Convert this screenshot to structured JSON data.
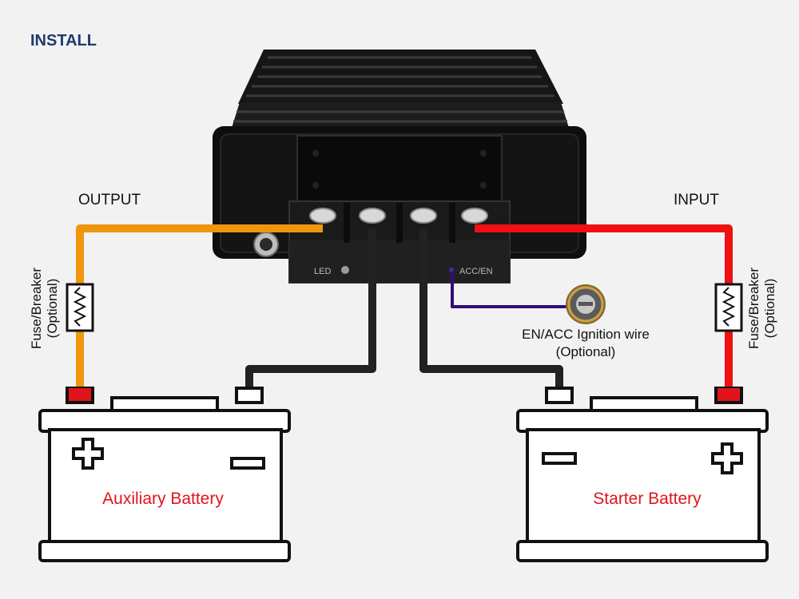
{
  "title": "INSTALL",
  "labels": {
    "output": "OUTPUT",
    "input": "INPUT",
    "fuse_left_line1": "Fuse/Breaker",
    "fuse_left_line2": "(Optional)",
    "fuse_right_line1": "Fuse/Breaker",
    "fuse_right_line2": "(Optional)",
    "ignition_line1": "EN/ACC Ignition wire",
    "ignition_line2": "(Optional)",
    "aux_battery": "Auxiliary Battery",
    "starter_battery": "Starter Battery",
    "device_led": "LED",
    "device_acc": "ACC/EN"
  },
  "colors": {
    "title": "#1f3a6e",
    "output_wire": "#f0960c",
    "input_wire": "#ee1111",
    "ground_wire": "#222222",
    "ignition_wire": "#2e0e7a",
    "battery_text": "#e0141b"
  }
}
